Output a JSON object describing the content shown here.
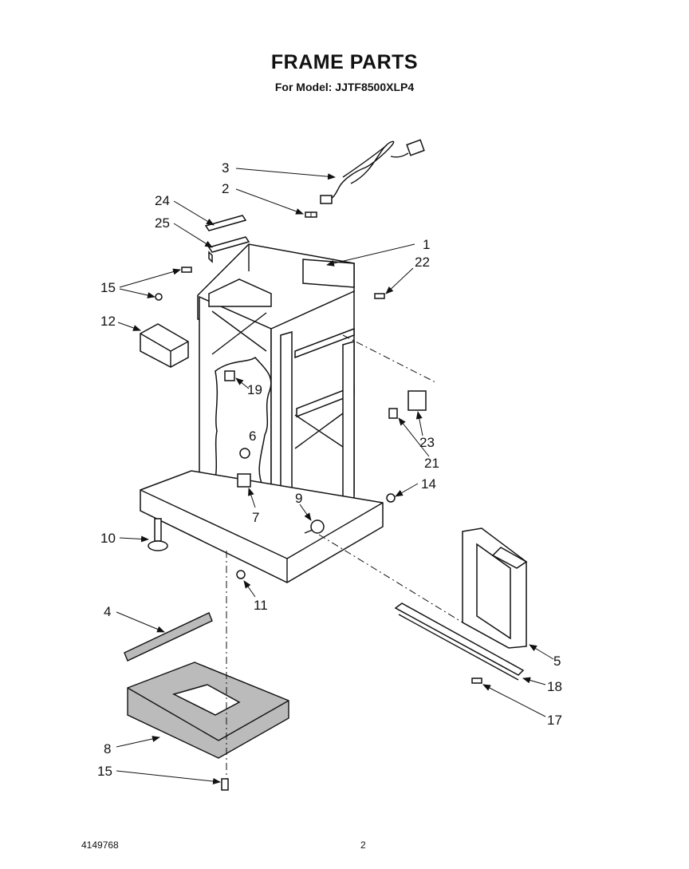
{
  "header": {
    "title": "FRAME PARTS",
    "model_line": "For Model: JJTF8500XLP4"
  },
  "footer": {
    "doc_number": "4149768",
    "page_number": "2"
  },
  "callouts": {
    "c1": "1",
    "c2": "2",
    "c3": "3",
    "c4": "4",
    "c5": "5",
    "c6": "6",
    "c7": "7",
    "c8": "8",
    "c9": "9",
    "c10": "10",
    "c11": "11",
    "c12": "12",
    "c14": "14",
    "c15a": "15",
    "c15b": "15",
    "c17": "17",
    "c18": "18",
    "c19": "19",
    "c21": "21",
    "c22": "22",
    "c23": "23",
    "c24": "24",
    "c25": "25"
  }
}
